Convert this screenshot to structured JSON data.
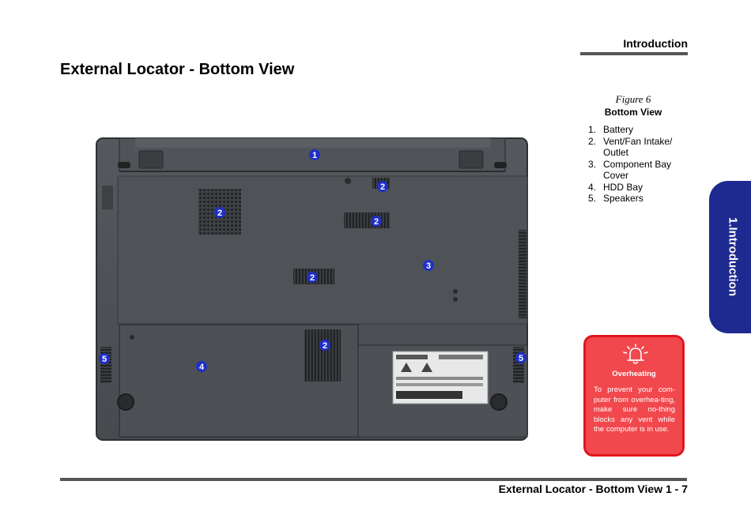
{
  "header": {
    "section": "Introduction"
  },
  "page_title": "External Locator - Bottom View",
  "figure": {
    "number": "Figure 6",
    "title": "Bottom View"
  },
  "legend": [
    {
      "num": "1.",
      "label": "Battery"
    },
    {
      "num": "2.",
      "label": "Vent/Fan Intake/ Outlet"
    },
    {
      "num": "3.",
      "label": "Component Bay Cover"
    },
    {
      "num": "4.",
      "label": "HDD Bay"
    },
    {
      "num": "5.",
      "label": "Speakers"
    }
  ],
  "side_tab": {
    "label": "1.Introduction"
  },
  "warning": {
    "title": "Overheating",
    "body": "To prevent your com-puter from overhea-ting, make sure no-thing blocks any vent while the computer is in use."
  },
  "photo": {
    "callouts": [
      "1",
      "2",
      "2",
      "2",
      "2",
      "2",
      "3",
      "4",
      "5",
      "5"
    ]
  },
  "footer": {
    "label": "External Locator - Bottom View 1 - 7"
  },
  "colors": {
    "tab_blue": "#1e2a90",
    "warning_red": "#f1484d",
    "callout_blue": "#1f2fc8"
  }
}
